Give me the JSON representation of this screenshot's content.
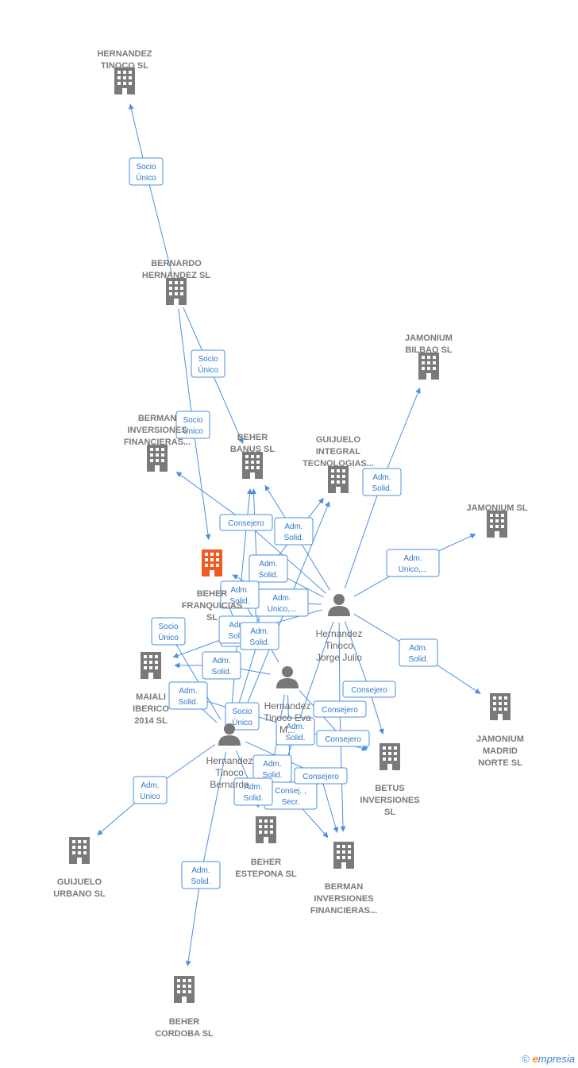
{
  "colors": {
    "edge": "#4a90e2",
    "company": "#7a7a7a",
    "focus": "#f15a24",
    "person": "#777777"
  },
  "companies": [
    {
      "id": "hernandez_tinoco",
      "lines": [
        "HERNANDEZ",
        "TINOCO SL"
      ]
    },
    {
      "id": "bernardo",
      "lines": [
        "BERNARDO",
        "HERNANDEZ SL"
      ]
    },
    {
      "id": "berman_inv_left",
      "lines": [
        "BERMAN",
        "INVERSIONES",
        "FINANCIERAS..."
      ]
    },
    {
      "id": "beher_banus",
      "lines": [
        "BEHER",
        "BANUS SL"
      ]
    },
    {
      "id": "guijuelo_integral",
      "lines": [
        "GUIJUELO",
        "INTEGRAL",
        "TECNOLOGIAS..."
      ]
    },
    {
      "id": "jamonium_bilbao",
      "lines": [
        "JAMONIUM",
        "BILBAO SL"
      ]
    },
    {
      "id": "jamonium",
      "lines": [
        "JAMONIUM SL"
      ]
    },
    {
      "id": "beher_franquicias",
      "lines": [
        "BEHER",
        "FRANQUICIAS",
        "SL"
      ],
      "focus": true
    },
    {
      "id": "maiali",
      "lines": [
        "MAIALI",
        "IBERICO",
        "2014 SL"
      ]
    },
    {
      "id": "jamonium_madrid",
      "lines": [
        "JAMONIUM",
        "MADRID",
        "NORTE SL"
      ]
    },
    {
      "id": "betus",
      "lines": [
        "BETUS",
        "INVERSIONES",
        "SL"
      ]
    },
    {
      "id": "beher_estepona",
      "lines": [
        "BEHER",
        "ESTEPONA SL"
      ]
    },
    {
      "id": "berman_inv_bottom",
      "lines": [
        "BERMAN",
        "INVERSIONES",
        "FINANCIERAS..."
      ]
    },
    {
      "id": "guijuelo_urbano",
      "lines": [
        "GUIJUELO",
        "URBANO SL"
      ]
    },
    {
      "id": "beher_cordoba",
      "lines": [
        "BEHER",
        "CORDOBA SL"
      ]
    }
  ],
  "persons": [
    {
      "id": "jorge",
      "lines": [
        "Hernandez",
        "Tinoco",
        "Jorge Julio"
      ]
    },
    {
      "id": "eva",
      "lines": [
        "Hernandez",
        "Tinoco Eva",
        "M..."
      ]
    },
    {
      "id": "bernardo_p",
      "lines": [
        "Hernandez",
        "Tinoco",
        "Bernardo"
      ]
    }
  ],
  "edges": [
    {
      "from": "bernardo",
      "to": "hernandez_tinoco",
      "label": [
        "Socio",
        "Único"
      ]
    },
    {
      "from": "bernardo",
      "to": "beher_banus",
      "label": [
        "Socio",
        "Único"
      ]
    },
    {
      "from": "bernardo",
      "to": "beher_franquicias",
      "label": [
        "Socio",
        "Único"
      ]
    },
    {
      "from": "jorge",
      "to": "jamonium_bilbao",
      "label": [
        "Adm.",
        "Solid."
      ]
    },
    {
      "from": "jorge",
      "to": "jamonium",
      "label": [
        "Adm.",
        "Unico,..."
      ]
    },
    {
      "from": "jorge",
      "to": "jamonium_madrid",
      "label": [
        "Adm.",
        "Solid."
      ]
    },
    {
      "from": "jorge",
      "to": "berman_inv_left",
      "label": [
        "Consejero"
      ]
    },
    {
      "from": "jorge",
      "to": "beher_banus",
      "label": [
        "Adm.",
        "Solid."
      ]
    },
    {
      "from": "jorge",
      "to": "guijuelo_integral",
      "label": [
        "Adm.",
        "Solid."
      ]
    },
    {
      "from": "jorge",
      "to": "beher_franquicias",
      "label": [
        "Adm.",
        "Unico,..."
      ]
    },
    {
      "from": "jorge",
      "to": "betus",
      "label": [
        "Consejero"
      ]
    },
    {
      "from": "jorge",
      "to": "maiali",
      "label": [
        "Adm.",
        "Solid."
      ]
    },
    {
      "from": "jorge",
      "to": "berman_inv_bottom",
      "label": [
        "Consejero"
      ]
    },
    {
      "from": "jorge",
      "to": "beher_estepona",
      "label": [
        "Adm.",
        "Solid."
      ]
    },
    {
      "from": "eva",
      "to": "beher_banus",
      "label": [
        "Adm.",
        "Solid."
      ]
    },
    {
      "from": "eva",
      "to": "maiali",
      "label": [
        "Adm.",
        "Solid."
      ]
    },
    {
      "from": "eva",
      "to": "betus",
      "label": [
        "Consejero"
      ]
    },
    {
      "from": "eva",
      "to": "berman_inv_bottom",
      "label": [
        "Consej. ,",
        "Secr."
      ]
    },
    {
      "from": "eva",
      "to": "beher_estepona",
      "label": [
        "Adm.",
        "Solid."
      ]
    },
    {
      "from": "bernardo_p",
      "to": "maiali",
      "label": [
        "Socio",
        "Único"
      ]
    },
    {
      "from": "bernardo_p",
      "to": "guijuelo_urbano",
      "label": [
        "Adm.",
        "Unico"
      ]
    },
    {
      "from": "bernardo_p",
      "to": "beher_cordoba",
      "label": [
        "Adm.",
        "Solid."
      ]
    },
    {
      "from": "bernardo_p",
      "to": "beher_franquicias",
      "label": [
        "Adm.",
        "Solid."
      ]
    },
    {
      "from": "bernardo_p",
      "to": "beher_banus",
      "label": [
        "Adm.",
        "Solid."
      ]
    },
    {
      "from": "bernardo_p",
      "to": "guijuelo_integral",
      "label": [
        "Socio",
        "Único"
      ]
    },
    {
      "from": "bernardo_p",
      "to": "betus",
      "label": [
        "Adm.",
        "Solid."
      ]
    },
    {
      "from": "bernardo_p",
      "to": "beher_estepona",
      "label": [
        "Adm.",
        "Solid."
      ]
    },
    {
      "from": "bernardo_p",
      "to": "berman_inv_bottom",
      "label": [
        "Consejero"
      ]
    }
  ],
  "footer": {
    "copyright": "©",
    "brand_e": "e",
    "brand_rest": "mpresia"
  }
}
